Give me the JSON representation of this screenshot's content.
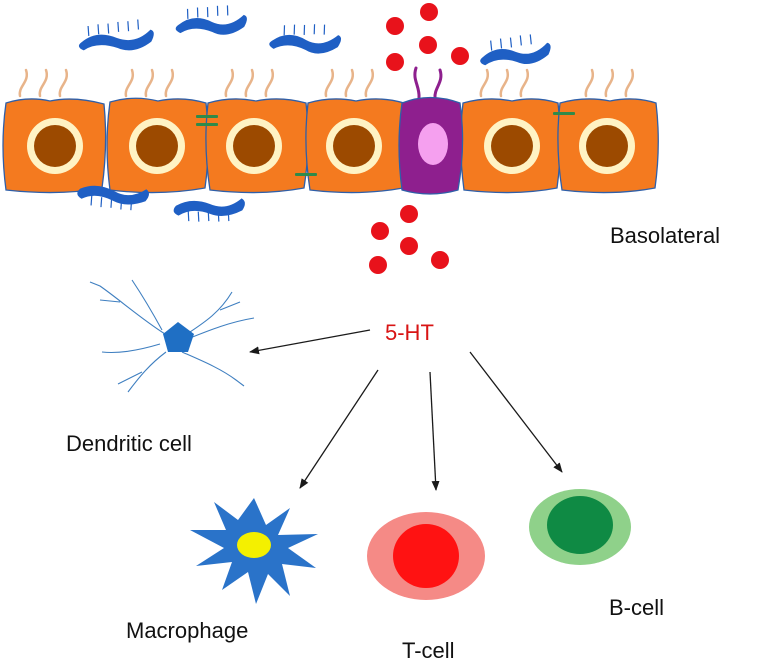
{
  "labels": {
    "basolateral": "Basolateral",
    "serotonin": "5-HT",
    "dendritic_cell": "Dendritic cell",
    "macrophage": "Macrophage",
    "t_cell": "T-cell",
    "b_cell": "B-cell"
  },
  "colors": {
    "epithelial_cell": "#f47a1f",
    "epithelial_outline": "#2f5fa8",
    "nucleus_ring": "#fff3c4",
    "nucleus": "#9c4a00",
    "microvilli": "#e8b48a",
    "ec_cell": "#8e1f8e",
    "ec_nucleus": "#f5a0ef",
    "serotonin_granule": "#e8121b",
    "bacteria": "#1f5fc4",
    "tight_junction": "#2f8a4a",
    "dendritic_cell": "#1f6fc4",
    "macrophage": "#2a73c9",
    "macrophage_nucleus": "#f4f000",
    "t_cell_outer": "#f58a86",
    "t_cell_inner": "#ff1212",
    "b_cell_outer": "#8fd18a",
    "b_cell_inner": "#0f8a44",
    "arrow": "#1a1a1a"
  }
}
